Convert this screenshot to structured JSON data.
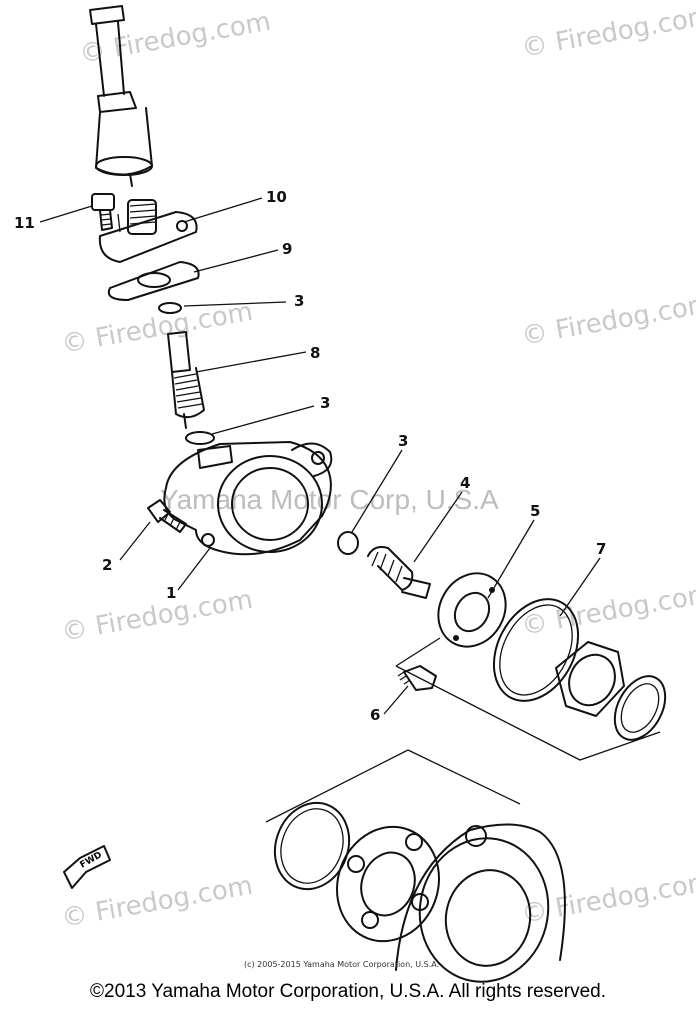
{
  "watermarks": {
    "site": "© Firedog.com",
    "corp": "Yamaha Motor Corp, U.S.A"
  },
  "callouts": [
    "1",
    "2",
    "3",
    "3",
    "3",
    "4",
    "5",
    "6",
    "7",
    "8",
    "9",
    "10",
    "11"
  ],
  "fwd_label": "FWD",
  "credit_small": "(c) 2005-2015 Yamaha Motor Corporation, U.S.A.",
  "footer": "©2013 Yamaha Motor Corporation, U.S.A. All rights reserved."
}
